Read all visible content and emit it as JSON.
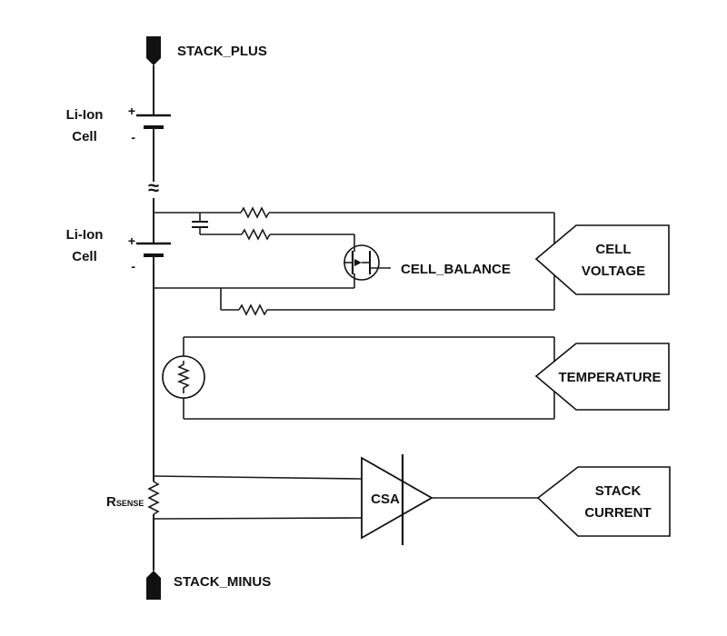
{
  "diagram": {
    "terminals": {
      "top": "STACK_PLUS",
      "bottom": "STACK_MINUS"
    },
    "cells": [
      {
        "label_line1": "Li-Ion",
        "label_line2": "Cell",
        "plus": "+",
        "minus": "-"
      },
      {
        "label_line1": "Li-Ion",
        "label_line2": "Cell",
        "plus": "+",
        "minus": "-"
      }
    ],
    "break_symbol": "≈",
    "fet_label": "CELL_BALANCE",
    "sense_resistor": {
      "main": "R",
      "sub": "SENSE"
    },
    "amplifier": "CSA",
    "outputs": {
      "voltage": {
        "line1": "CELL",
        "line2": "VOLTAGE"
      },
      "temperature": {
        "line1": "TEMPERATURE"
      },
      "current": {
        "line1": "STACK",
        "line2": "CURRENT"
      }
    }
  }
}
